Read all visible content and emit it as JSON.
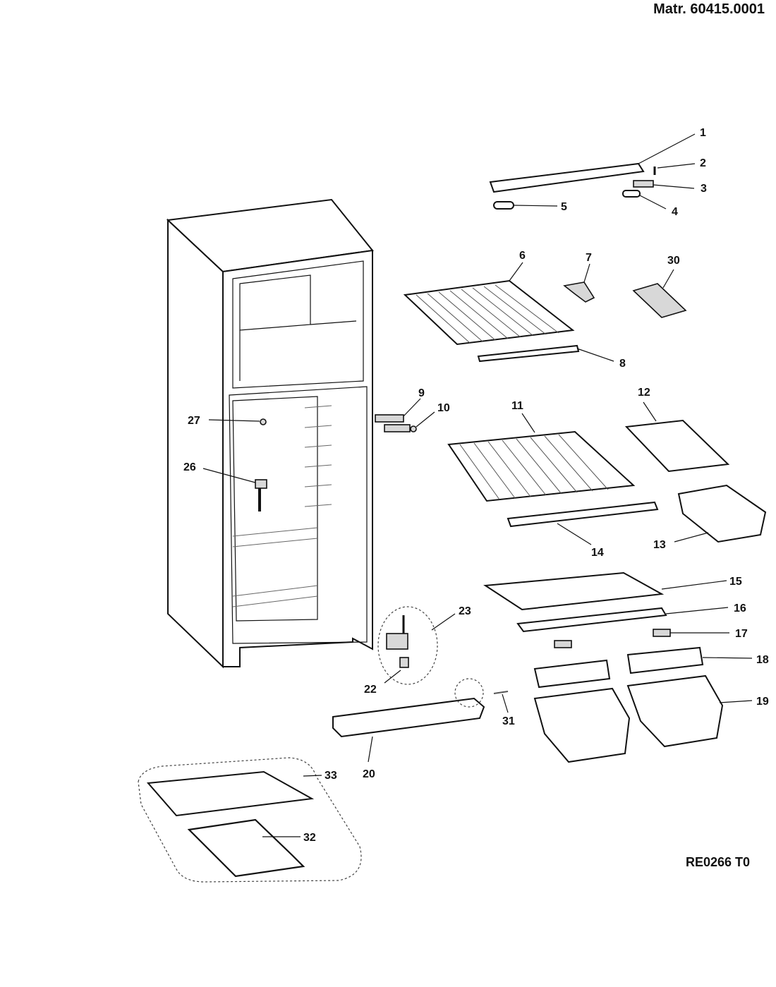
{
  "header": {
    "material_number": "Matr. 60415.0001"
  },
  "footer": {
    "drawing_code": "RE0266 T0"
  },
  "callouts": [
    "1",
    "2",
    "3",
    "4",
    "5",
    "6",
    "7",
    "8",
    "9",
    "10",
    "11",
    "12",
    "13",
    "14",
    "15",
    "16",
    "17",
    "18",
    "19",
    "20",
    "22",
    "23",
    "26",
    "27",
    "30",
    "31",
    "32",
    "33"
  ]
}
